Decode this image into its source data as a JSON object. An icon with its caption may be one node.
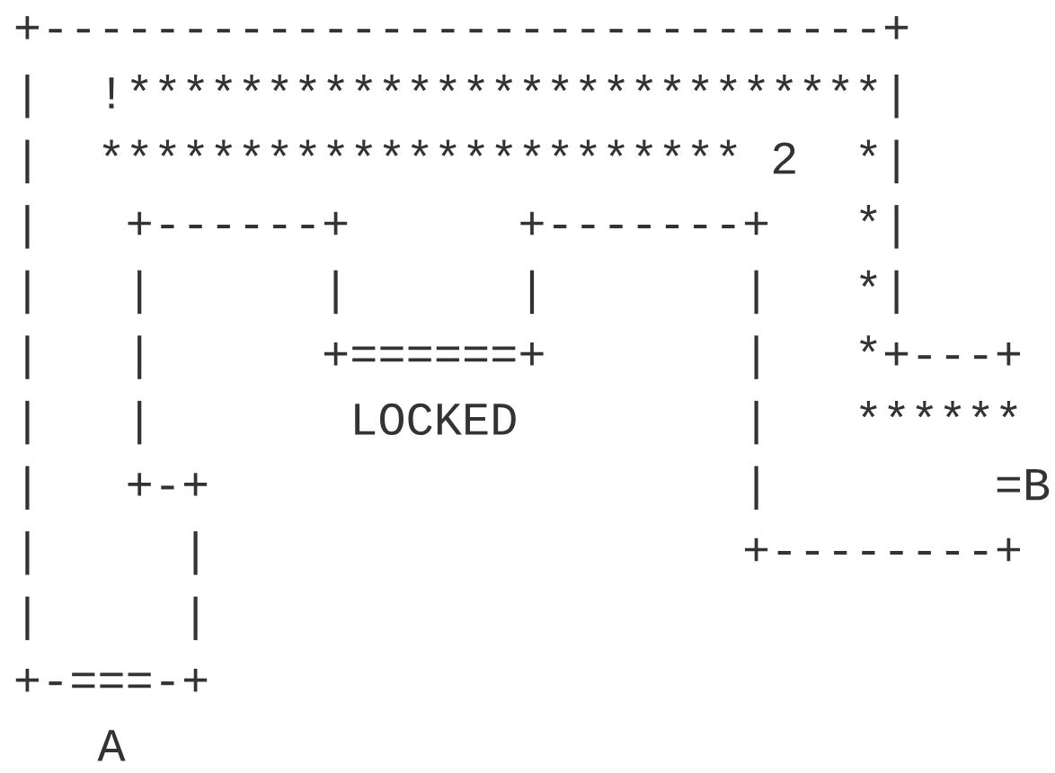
{
  "diagram": {
    "labels": [
      "+------------------------------+",
      "|",
      "!",
      "*",
      "*",
      "*",
      "*",
      "*",
      "*",
      "*",
      "*",
      "*",
      "*",
      "*",
      "*",
      "*",
      "*",
      "*",
      "*",
      "*",
      "*",
      "*",
      "*",
      "*",
      "*",
      "*",
      "*",
      "*",
      "*",
      "*|",
      "|",
      "*",
      "*",
      "*",
      "*",
      "*",
      "*",
      "*",
      "*",
      "*",
      "*",
      "*",
      "*",
      "*",
      "*",
      "*",
      "*",
      "*",
      "*",
      "*",
      "*",
      "*",
      "*",
      "*",
      "2",
      "*|",
      "|",
      "+------+",
      "+-------+",
      "*|",
      "|",
      "|",
      "|",
      "|",
      "|",
      "*|",
      "|",
      "|",
      "+======+",
      "|",
      "*+---+",
      "|",
      "|",
      "LOCKED",
      "|",
      "*",
      "*",
      "*",
      "*",
      "*",
      "*",
      "|",
      "+-+",
      "|",
      "=B",
      "|",
      "|",
      "+--------+",
      "|",
      "|",
      "+-===-+",
      "A"
    ]
  }
}
